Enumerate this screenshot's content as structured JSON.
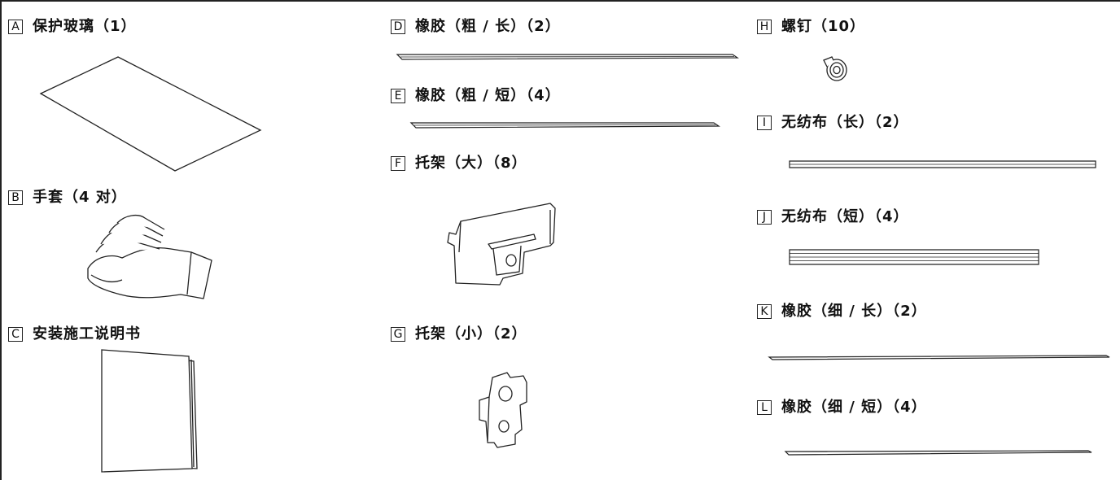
{
  "items": [
    {
      "letter": "A",
      "label": "保护玻璃（1）"
    },
    {
      "letter": "B",
      "label": "手套（4 对）"
    },
    {
      "letter": "C",
      "label": "安装施工说明书"
    },
    {
      "letter": "D",
      "label": "橡胶（粗 / 长）（2）"
    },
    {
      "letter": "E",
      "label": "橡胶（粗 / 短）（4）"
    },
    {
      "letter": "F",
      "label": "托架（大）（8）"
    },
    {
      "letter": "G",
      "label": "托架（小）（2）"
    },
    {
      "letter": "H",
      "label": "螺钉（10）"
    },
    {
      "letter": "I",
      "label": "无纺布（长）（2）"
    },
    {
      "letter": "J",
      "label": "无纺布（短）（4）"
    },
    {
      "letter": "K",
      "label": "橡胶（细 / 长）（2）"
    },
    {
      "letter": "L",
      "label": "橡胶（细 / 短）（4）"
    }
  ],
  "colors": {
    "line": "#222222",
    "background": "#ffffff"
  }
}
